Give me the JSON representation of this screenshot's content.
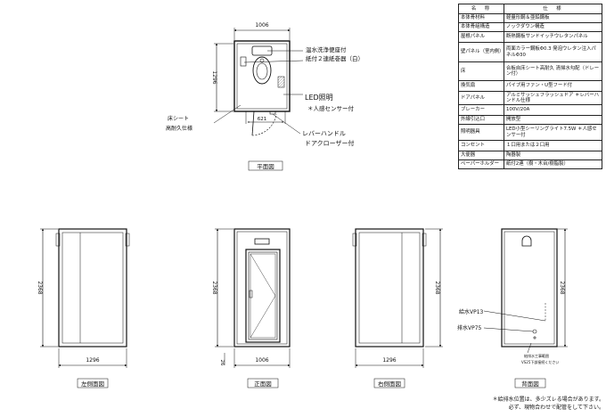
{
  "spec_table": {
    "header": {
      "name": "名　称",
      "spec": "仕　様"
    },
    "rows": [
      {
        "label": "本体骨材料",
        "value": "軽量形鋼＆亜鉛鋼板",
        "h": 10
      },
      {
        "label": "本体骨組構造",
        "value": "ノックダウン構造",
        "h": 10
      },
      {
        "label": "屋根パネル",
        "value": "断熱鋼板サンドイッチウレタンパネル",
        "h": 12
      },
      {
        "label": "壁パネル（室内側）",
        "value": "両面カラー鋼板Φ0.3 発泡ウレタン注入パネルΦ30",
        "h": 22
      },
      {
        "label": "床",
        "value": "合板自床シート高耐久 清掃水勾配（ドレーン付）",
        "h": 21
      },
      {
        "label": "換気扇",
        "value": "パイプ用ファン・U型フード付",
        "h": 12
      },
      {
        "label": "ドアパネル",
        "value": "アルミサッシュフラッシュドア ＊レバーハンドル仕様",
        "h": 15
      },
      {
        "label": "ブレーカー",
        "value": "100V/20A",
        "h": 12
      },
      {
        "label": "外線引込口",
        "value": "開放型",
        "h": 10
      },
      {
        "label": "照明器具",
        "value": "LED小型シーリングライト7.5W ＊人感センサー付",
        "h": 18
      },
      {
        "label": "コンセント",
        "value": "１口用または２口用",
        "h": 12
      },
      {
        "label": "大便器",
        "value": "陶器製",
        "h": 10
      },
      {
        "label": "ペーパーホルダー",
        "value": "紙付2連（樹・木台/樹脂製）",
        "h": 10
      }
    ]
  },
  "plan": {
    "title": "平面図",
    "width_dim": "1006",
    "depth_dim": "1296",
    "door_dim": "621",
    "callout_toilet": "温水洗浄便座付",
    "callout_paper": "紙付２連紙巻器（白）",
    "callout_led": "LED照明",
    "callout_sensor": "＊人感センサー付",
    "callout_floor_1": "床シート",
    "callout_floor_2": "高耐久仕様",
    "callout_lever": "レバーハンドル",
    "callout_closer": "ドアクローザー付"
  },
  "views": {
    "left": {
      "title": "左側面図",
      "width_dim": "1296",
      "height_dim": "2368"
    },
    "front": {
      "title": "正面図",
      "width_dim": "1006",
      "height_dim": "2368",
      "base_dim": "26"
    },
    "right": {
      "title": "右側面図",
      "width_dim": "1296",
      "height_dim": "2368"
    },
    "back": {
      "title": "背面図",
      "height_dim": "2368",
      "supply_label": "給水VP13",
      "drain_label": "排水VP75",
      "pit_label_1": "給排水工事範囲",
      "pit_label_2": "VS25下部接続ください"
    }
  },
  "note": {
    "line1": "＊給排水位置は、多少ズレる場合があります。",
    "line2": "必ず、現物合わせで配管をして下さい。"
  }
}
